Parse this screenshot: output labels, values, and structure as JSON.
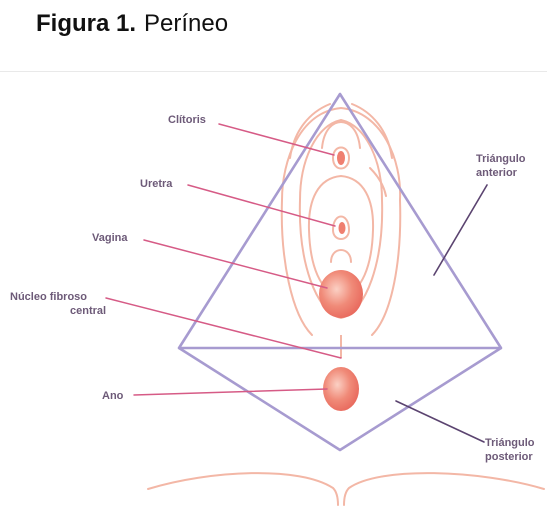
{
  "figure": {
    "number": "Figura 1.",
    "title": "Períneo"
  },
  "labels": {
    "clitoris": "Clítoris",
    "uretra": "Uretra",
    "vagina": "Vagina",
    "nucleo_line1": "Núcleo fibroso",
    "nucleo_line2": "central",
    "ano": "Ano",
    "tri_anterior_line1": "Triángulo",
    "tri_anterior_line2": "anterior",
    "tri_posterior_line1": "Triángulo",
    "tri_posterior_line2": "posterior"
  },
  "colors": {
    "label_text": "#6d5a78",
    "leader_line": "#d65b86",
    "triangle_stroke": "#a79bd0",
    "anatomy_stroke": "#f3b7a6",
    "organ_fill": "#ef7f70",
    "triangle_leader": "#5b4470"
  }
}
